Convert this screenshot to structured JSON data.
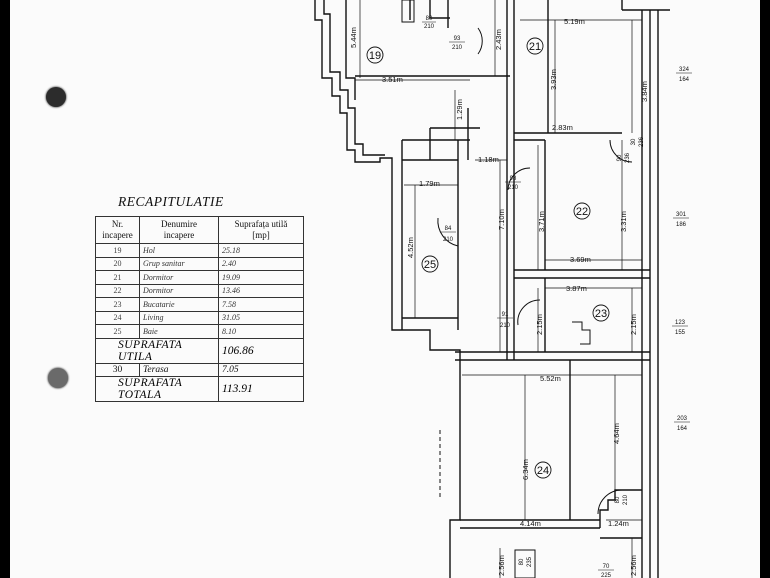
{
  "recap": {
    "title": "RECAPITULATIE",
    "headers": {
      "nr": [
        "Nr.",
        "incapere"
      ],
      "denumire": [
        "Denumire",
        "incapere"
      ],
      "suprafata": [
        "Suprafața utilă",
        "[mp]"
      ]
    },
    "rows": [
      {
        "nr": "19",
        "name": "Hol",
        "area": "25.18"
      },
      {
        "nr": "20",
        "name": "Grup sanitar",
        "area": "2.40"
      },
      {
        "nr": "21",
        "name": "Dormitor",
        "area": "19.09"
      },
      {
        "nr": "22",
        "name": "Dormitor",
        "area": "13.46"
      },
      {
        "nr": "23",
        "name": "Bucatarie",
        "area": "7.58"
      },
      {
        "nr": "24",
        "name": "Living",
        "area": "31.05"
      },
      {
        "nr": "25",
        "name": "Baie",
        "area": "8.10"
      }
    ],
    "useful_label": "SUPRAFATA UTILA",
    "useful_value": "106.86",
    "terrace": {
      "nr": "30",
      "name": "Terasa",
      "area": "7.05"
    },
    "total_label": "SUPRAFATA TOTALA",
    "total_value": "113.91"
  },
  "plan": {
    "rooms": [
      "19",
      "21",
      "22",
      "25",
      "23",
      "24"
    ],
    "dimensions": [
      "5.44m",
      "3.51m",
      "2.43m",
      "3.93m",
      "5.19m",
      "3.84m",
      "1.29m",
      "2.83m",
      "1.18m",
      "1.79m",
      "4.52m",
      "7.10m",
      "3.71m",
      "3.31m",
      "3.69m",
      "3.87m",
      "2.15m",
      "2.15m",
      "5.52m",
      "6.34m",
      "4.64m",
      "4.14m",
      "1.24m",
      "2.56m",
      "2.56m"
    ],
    "openings": [
      {
        "top": "80",
        "bottom": "210"
      },
      {
        "top": "93",
        "bottom": "210"
      },
      {
        "top": "324",
        "bottom": "164"
      },
      {
        "top": "90",
        "bottom": "236"
      },
      {
        "top": "30",
        "bottom": "236"
      },
      {
        "top": "98",
        "bottom": "210"
      },
      {
        "top": "84",
        "bottom": "210"
      },
      {
        "top": "301",
        "bottom": "186"
      },
      {
        "top": "91",
        "bottom": "210"
      },
      {
        "top": "123",
        "bottom": "155"
      },
      {
        "top": "203",
        "bottom": "164"
      },
      {
        "top": "80",
        "bottom": "210"
      },
      {
        "top": "70",
        "bottom": "225"
      },
      {
        "top": "80",
        "bottom": "235"
      }
    ]
  }
}
